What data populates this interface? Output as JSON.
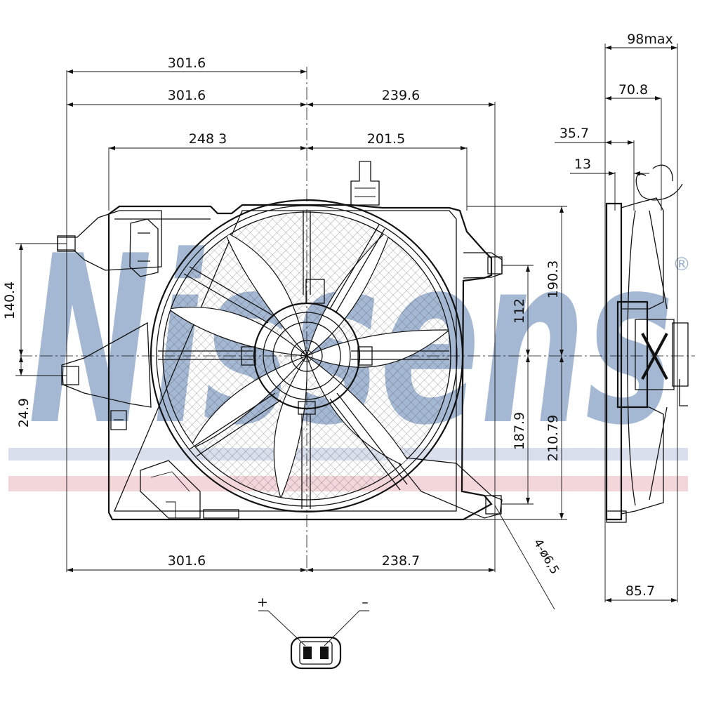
{
  "watermark": {
    "text": "Nissens",
    "registered_mark": "®",
    "color_blue": "#5b7fb0",
    "color_red": "#d98a93"
  },
  "dimensions_front": {
    "top_left_1": "301.6",
    "top_left_2": "301.6",
    "top_right_2": "239.6",
    "top_left_3": "248 3",
    "top_right_3": "201.5",
    "bottom_left": "301.6",
    "bottom_right": "238.7",
    "left_upper": "140.4",
    "left_lower": "24.9",
    "right_112": "112",
    "right_190": "190.3",
    "right_187": "187.9",
    "right_210": "210.79",
    "hole_note": "4-ø6,5"
  },
  "dimensions_side": {
    "max_depth": "98max",
    "d_70": "70.8",
    "d_35": "35.7",
    "d_13": "13",
    "bottom_depth": "85.7"
  },
  "connector": {
    "plus": "+",
    "minus": "–"
  }
}
